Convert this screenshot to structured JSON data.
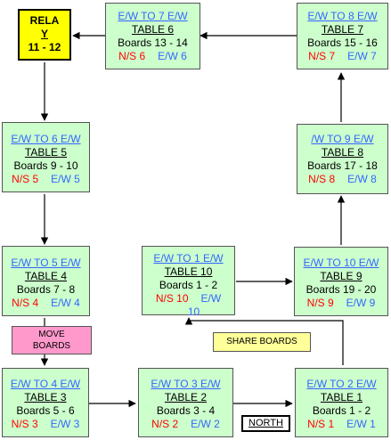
{
  "relay": {
    "line1": "RELA",
    "line2": "Y",
    "line3": "11 - 12"
  },
  "tables": {
    "t6": {
      "move": "E/W TO 7 E/W",
      "name": "TABLE  6",
      "boards": "Boards 13  -  14",
      "ns": "N/S 6",
      "ew": "E/W 6"
    },
    "t7": {
      "move": "E/W TO 8 E/W",
      "name": "TABLE  7",
      "boards": "Boards 15  -  16",
      "ns": "N/S 7",
      "ew": "E/W 7"
    },
    "t5": {
      "move": "E/W TO 6 E/W",
      "name": "TABLE  5",
      "boards": "Boards 9 - 10",
      "ns": "N/S 5",
      "ew": "E/W 5"
    },
    "t8": {
      "move": "/W TO 9 E/W",
      "name": "TABLE  8",
      "boards": "Boards 17 - 18",
      "ns": "N/S 8",
      "ew": "E/W 8"
    },
    "t4": {
      "move": "E/W TO 5 E/W",
      "name": "TABLE  4",
      "boards": "Boards 7 - 8",
      "ns": "N/S 4",
      "ew": "E/W 4"
    },
    "t10": {
      "move": "E/W TO 1 E/W",
      "name": "TABLE  10",
      "boards": "Boards 1 - 2",
      "ns": "N/S 10",
      "ew": "E/W",
      "ew2": "10"
    },
    "t9": {
      "move": "E/W TO 10 E/W",
      "name": "TABLE  9",
      "boards": "Boards 19 - 20",
      "ns": "N/S 9",
      "ew": "E/W 9"
    },
    "t3": {
      "move": "E/W TO 4 E/W",
      "name": "TABLE  3",
      "boards": "Boards 5 - 6",
      "ns": "N/S 3",
      "ew": "E/W 3"
    },
    "t2": {
      "move": "E/W TO 3 E/W",
      "name": "TABLE  2",
      "boards": "Boards 3 - 4",
      "ns": "N/S 2",
      "ew": "E/W 2"
    },
    "t1": {
      "move": "E/W TO 2 E/W",
      "name": "TABLE  1",
      "boards": "Boards 1 - 2",
      "ns": "N/S 1",
      "ew": "E/W 1"
    }
  },
  "move_boards": {
    "line1": "MOVE",
    "line2": "BOARDS"
  },
  "share_boards": "SHARE BOARDS",
  "north": "NORTH",
  "colors": {
    "table_fill": "#ccffcc",
    "ns": "#ff0000",
    "ew": "#3366ff",
    "relay": "#ffff00",
    "move_boards": "#ff99cc",
    "share_boards": "#ffff99"
  }
}
